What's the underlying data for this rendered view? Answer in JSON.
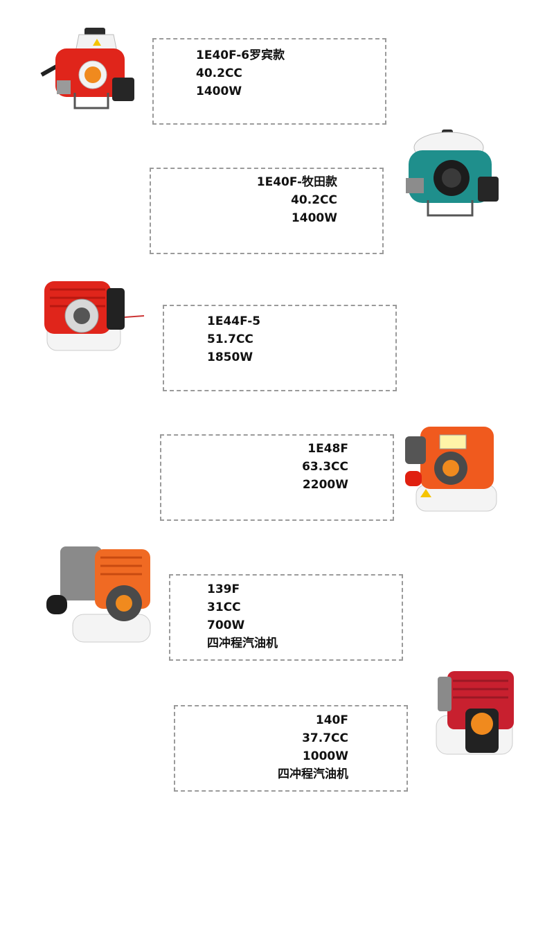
{
  "products": [
    {
      "lines": [
        "1E40F-6罗宾款",
        "40.2CC",
        "1400W"
      ],
      "image": "red-brush-cutter-engine-icon",
      "color": "#e0251b"
    },
    {
      "lines": [
        "1E40F-牧田款",
        "40.2CC",
        "1400W"
      ],
      "image": "teal-brush-cutter-engine-icon",
      "color": "#1f8f8c"
    },
    {
      "lines": [
        "1E44F-5",
        "51.7CC",
        "1850W"
      ],
      "image": "red-white-engine-icon",
      "color": "#e0251b"
    },
    {
      "lines": [
        "1E48F",
        "63.3CC",
        "2200W"
      ],
      "image": "orange-engine-icon",
      "color": "#f05a1e"
    },
    {
      "lines": [
        "139F",
        "31CC",
        "700W",
        "四冲程汽油机"
      ],
      "image": "orange-four-stroke-engine-icon",
      "color": "#f06a23"
    },
    {
      "lines": [
        "140F",
        "37.7CC",
        "1000W",
        "四冲程汽油机"
      ],
      "image": "red-four-stroke-engine-icon",
      "color": "#c8202f"
    }
  ]
}
